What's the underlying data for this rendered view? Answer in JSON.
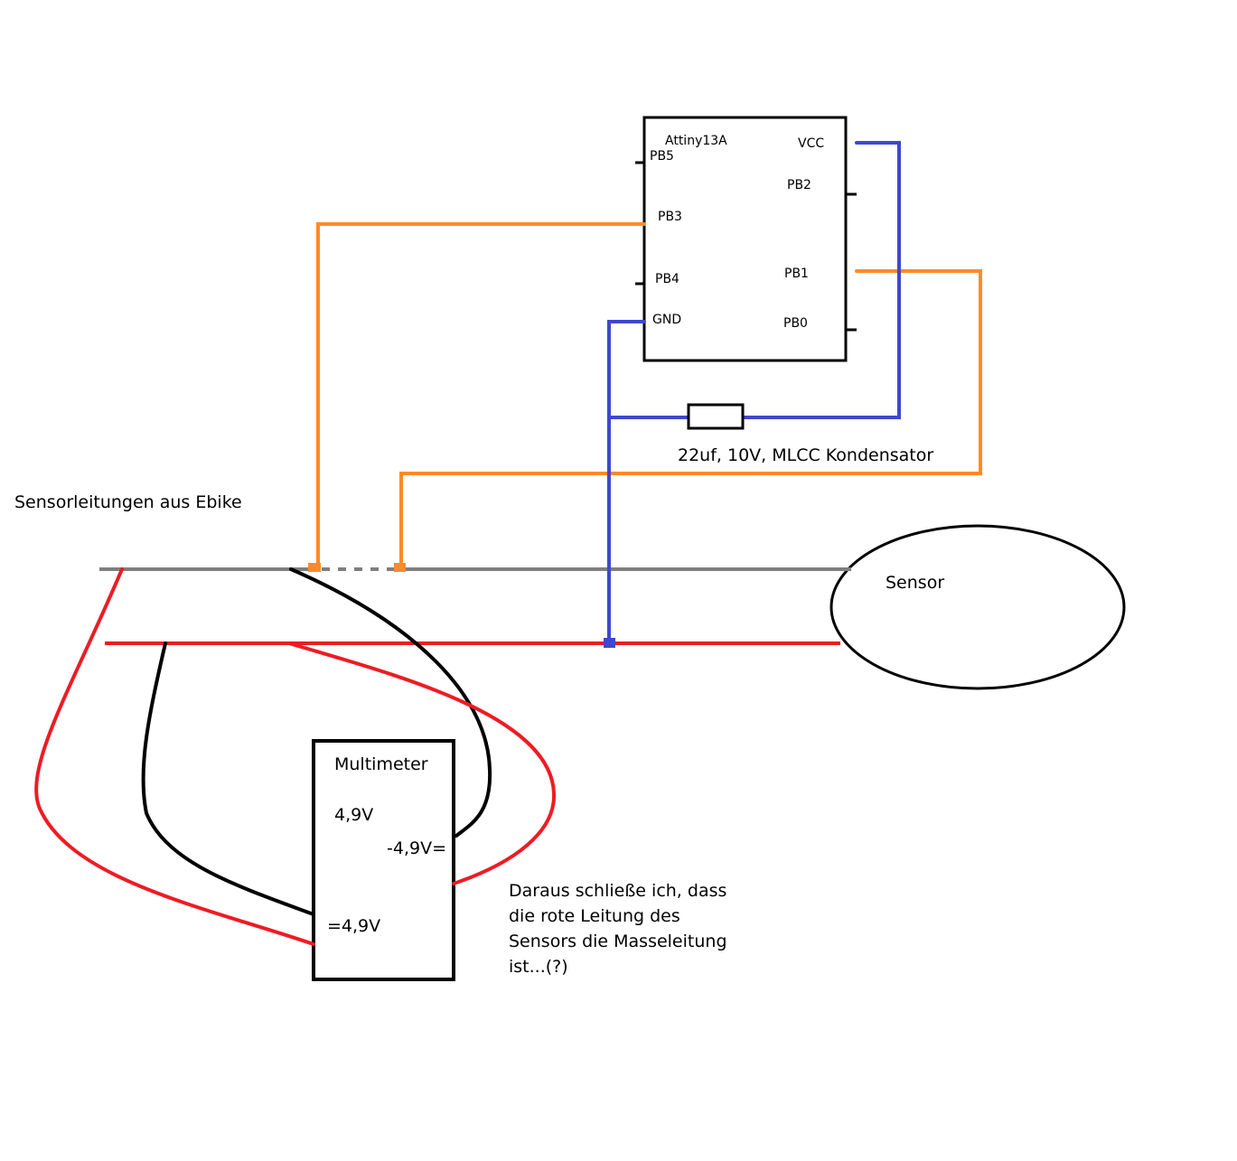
{
  "microcontroller": {
    "name": "Attiny13A",
    "pins_left": [
      "PB5",
      "PB3",
      "PB4",
      "GND"
    ],
    "pins_right": [
      "VCC",
      "PB2",
      "PB1",
      "PB0"
    ]
  },
  "capacitor_label": "22uf, 10V, MLCC Kondensator",
  "sensor_lines_label": "Sensorleitungen aus Ebike",
  "sensor_label": "Sensor",
  "multimeter": {
    "title": "Multimeter",
    "reading_top": "4,9V",
    "reading_mid": "-4,9V=",
    "reading_bottom": "=4,9V"
  },
  "conclusion": [
    "Daraus schließe ich, dass",
    "die rote Leitung des",
    "Sensors die Masseleitung",
    "ist...(?)"
  ],
  "colors": {
    "orange": "#ff8a2b",
    "blue": "#3f48cc",
    "red": "#ed1c24",
    "gray": "#7f7f7f",
    "black": "#000000"
  }
}
